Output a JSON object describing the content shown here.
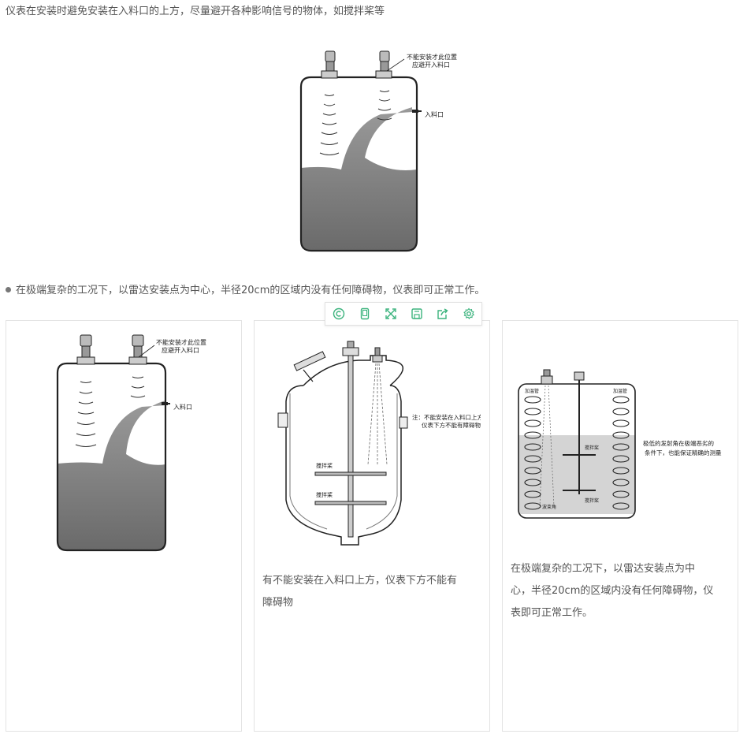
{
  "top_text": "仪表在安装时避免安装在入料口的上方，尽量避开各种影响信号的物体，如搅拌桨等",
  "main_figure": {
    "note_line1": "不能安装才此位置",
    "note_line2": "应避开入料口",
    "inlet_label": "入料口"
  },
  "bullet_text": "在极端复杂的工况下，以雷达安装点为中心，半径20cm的区域内没有任何障碍物，仪表即可正常工作。",
  "toolbar": {
    "icons": [
      "copyright-icon",
      "mobile-icon",
      "fullscreen-icon",
      "save-icon",
      "share-icon",
      "settings-icon"
    ],
    "accent_color": "#3bb37d"
  },
  "cards": [
    {
      "figure": {
        "note_line1": "不能安装才此位置",
        "note_line2": "应避开入料口",
        "inlet_label": "入料口"
      },
      "caption": ""
    },
    {
      "figure": {
        "note_line1": "注：不能安装在入料口上方，",
        "note_line2": "仪表下方不能有障碍物",
        "agitator1": "搅拌桨",
        "agitator2": "搅拌桨"
      },
      "caption_line1": "有不能安装在入料口上方，仪表下方不能有",
      "caption_line2": "障碍物"
    },
    {
      "figure": {
        "pipe_left": "加温管",
        "pipe_right": "加温管",
        "agitator1": "搅拌桨",
        "agitator2": "搅拌桨",
        "angle_label": "波束角",
        "note_line1": "极低的发射角在极端恶劣的",
        "note_line2": "条件下，也能保证精确的测量"
      },
      "caption_line1": "在极端复杂的工况下，以雷达安装点为中",
      "caption_line2": "心，半径20cm的区域内没有任何障碍物，仪",
      "caption_line3": "表即可正常工作。"
    }
  ]
}
